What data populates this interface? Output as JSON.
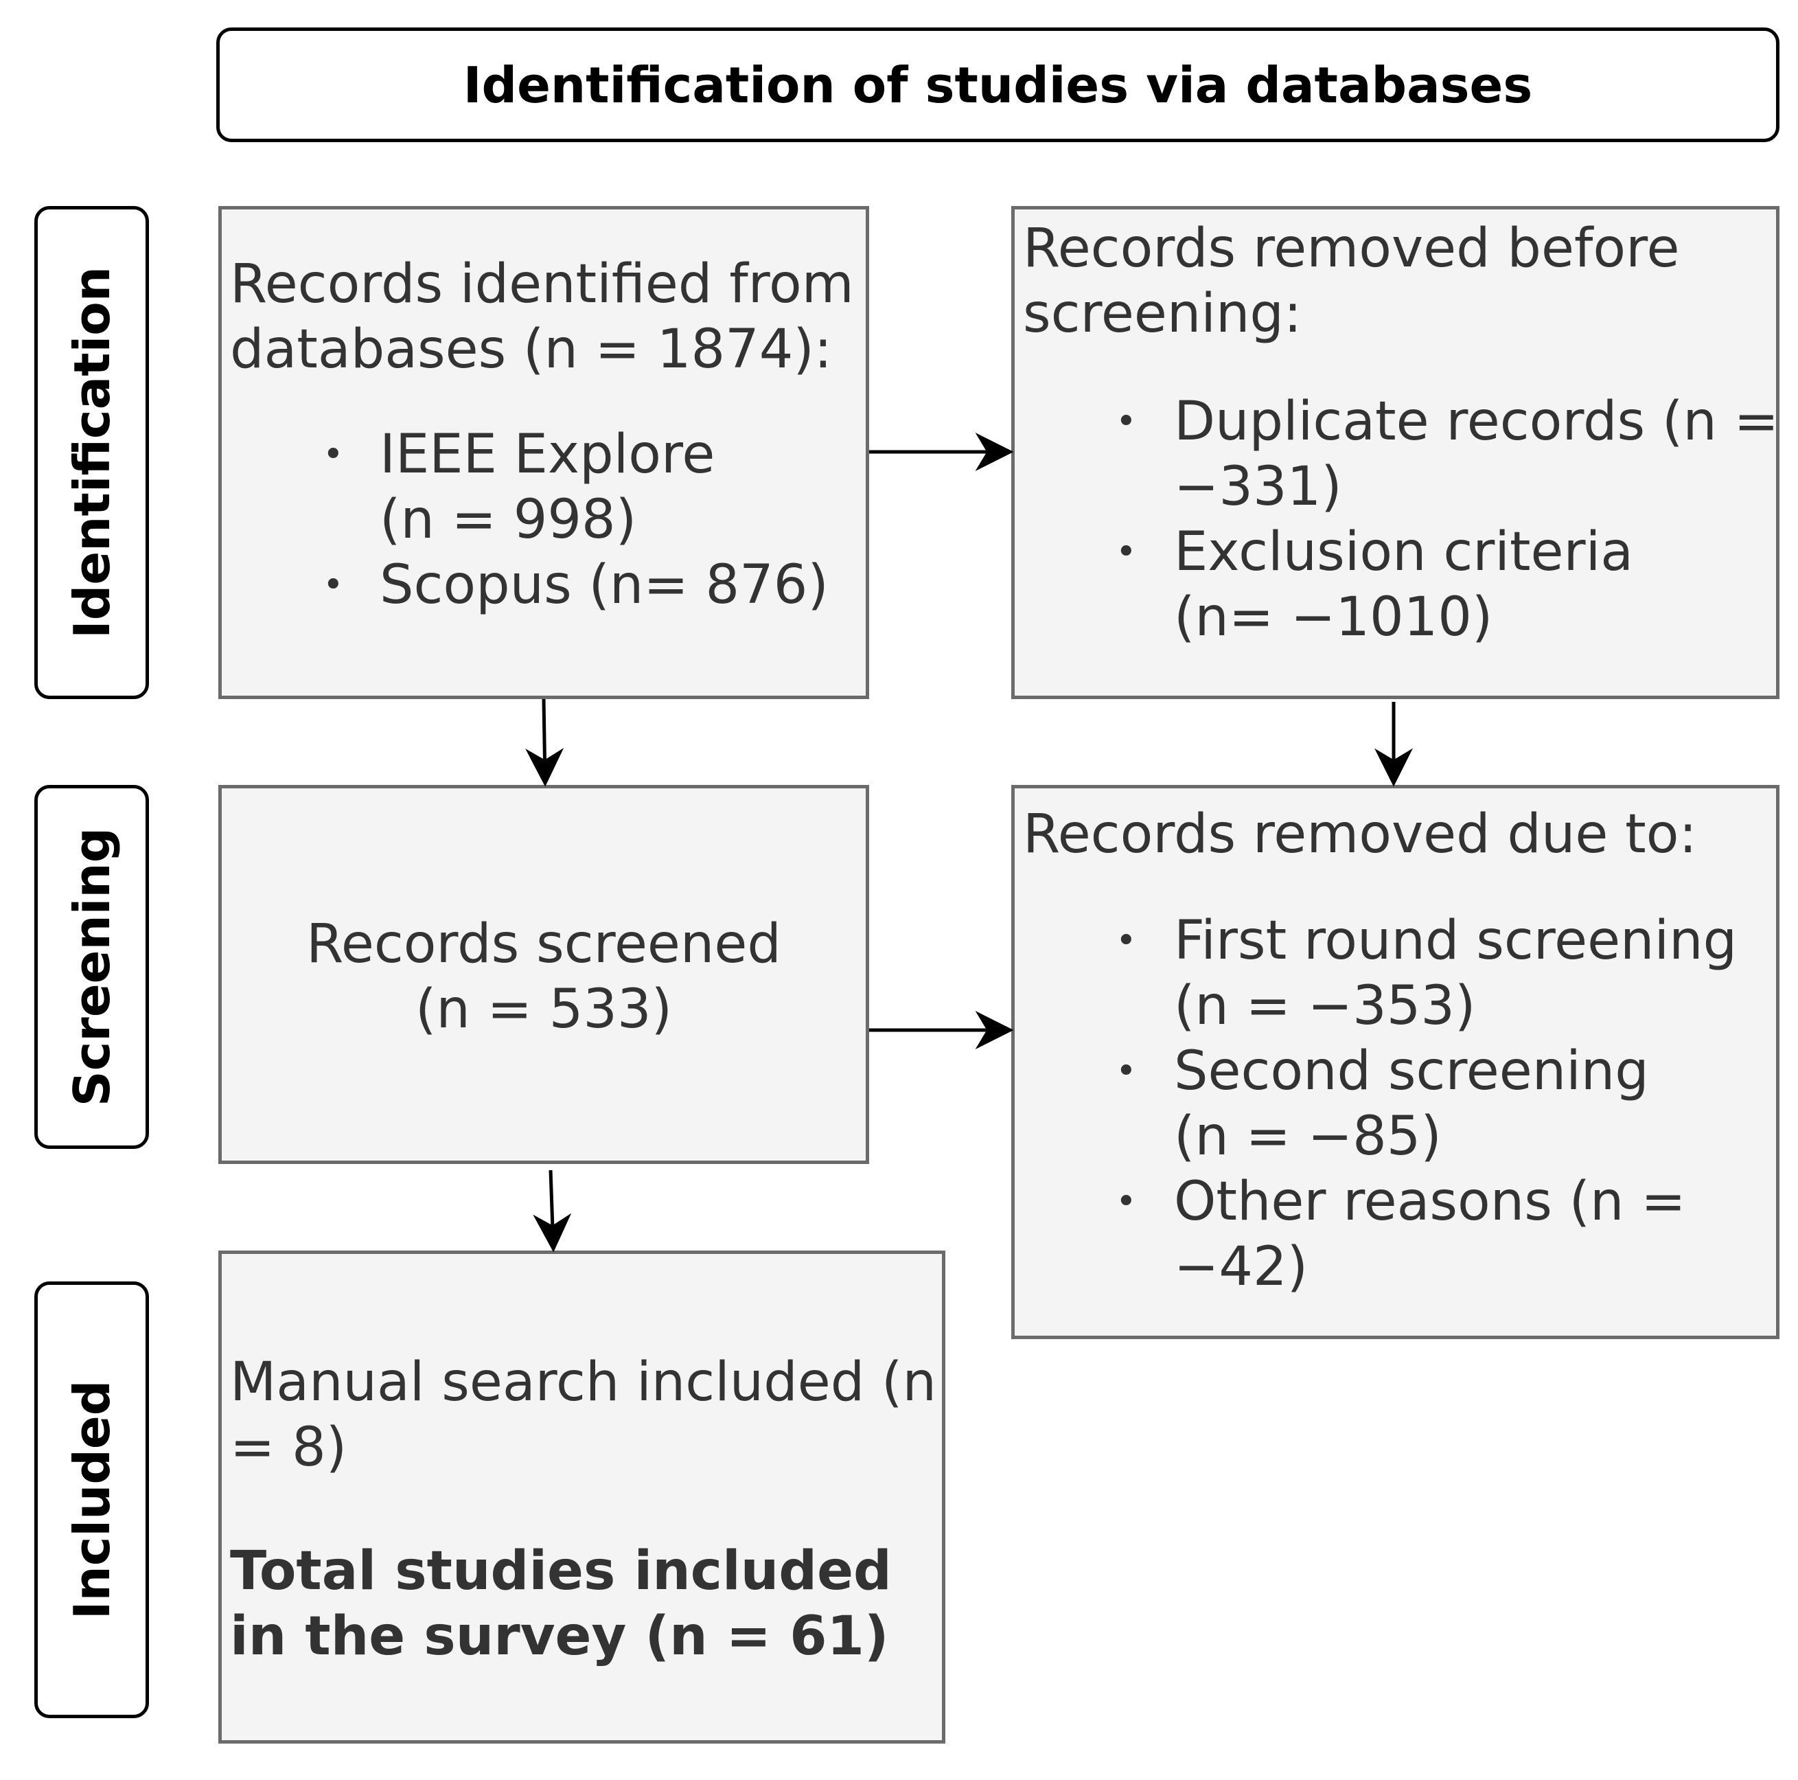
{
  "header": {
    "title": "Identification of studies via databases"
  },
  "phases": {
    "identification": "Identification",
    "screening": "Screening",
    "included": "Included"
  },
  "records_identified": {
    "line1": "Records identified from",
    "line2": "databases (n = 1874):",
    "items": [
      {
        "line1": "IEEE Explore",
        "line2": "(n = 998)"
      },
      {
        "line1": "Scopus (n= 876)"
      }
    ]
  },
  "records_removed_before": {
    "line1": "Records removed before",
    "line2": "screening:",
    "items": [
      {
        "line1": "Duplicate records (n =",
        "line2": "−331)"
      },
      {
        "line1": "Exclusion criteria",
        "line2": "(n= −1010)"
      }
    ]
  },
  "records_screened": {
    "line1": "Records screened",
    "line2": "(n = 533)"
  },
  "records_removed_due": {
    "line1": "Records removed due to:",
    "items": [
      {
        "line1": "First round screening",
        "line2": "(n = −353)"
      },
      {
        "line1": "Second screening",
        "line2": "(n = −85)"
      },
      {
        "line1": "Other reasons (n =",
        "line2": "−42)"
      }
    ]
  },
  "included": {
    "manual_line1": "Manual search included (n",
    "manual_line2": "= 8)",
    "total_line1": "Total studies included",
    "total_line2": "in the survey (n = 61)"
  },
  "icons": {
    "bullet": "•"
  }
}
